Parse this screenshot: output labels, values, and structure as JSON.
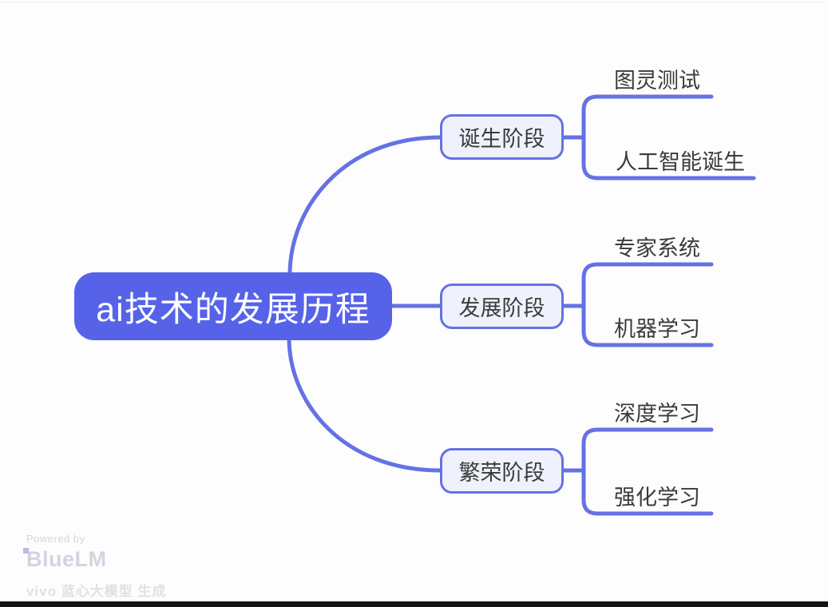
{
  "root": {
    "label": "ai技术的发展历程"
  },
  "branches": [
    {
      "label": "诞生阶段",
      "children": [
        {
          "label": "图灵测试"
        },
        {
          "label": "人工智能诞生"
        }
      ]
    },
    {
      "label": "发展阶段",
      "children": [
        {
          "label": "专家系统"
        },
        {
          "label": "机器学习"
        }
      ]
    },
    {
      "label": "繁荣阶段",
      "children": [
        {
          "label": "深度学习"
        },
        {
          "label": "强化学习"
        }
      ]
    }
  ],
  "watermark": {
    "powered_by": "Powered by",
    "brand": "BlueLM",
    "caption": "vivo 蓝心大模型 生成"
  },
  "colors": {
    "accent_line": "#6571e4",
    "root_fill": "#5663e8",
    "branch_fill": "#eff1fc",
    "text_dark": "#3b3b3b",
    "root_text": "#ffffff",
    "watermark_gray": "#d2d4e0",
    "background": "#fdfdfd",
    "bottom_bar": "#141414"
  }
}
